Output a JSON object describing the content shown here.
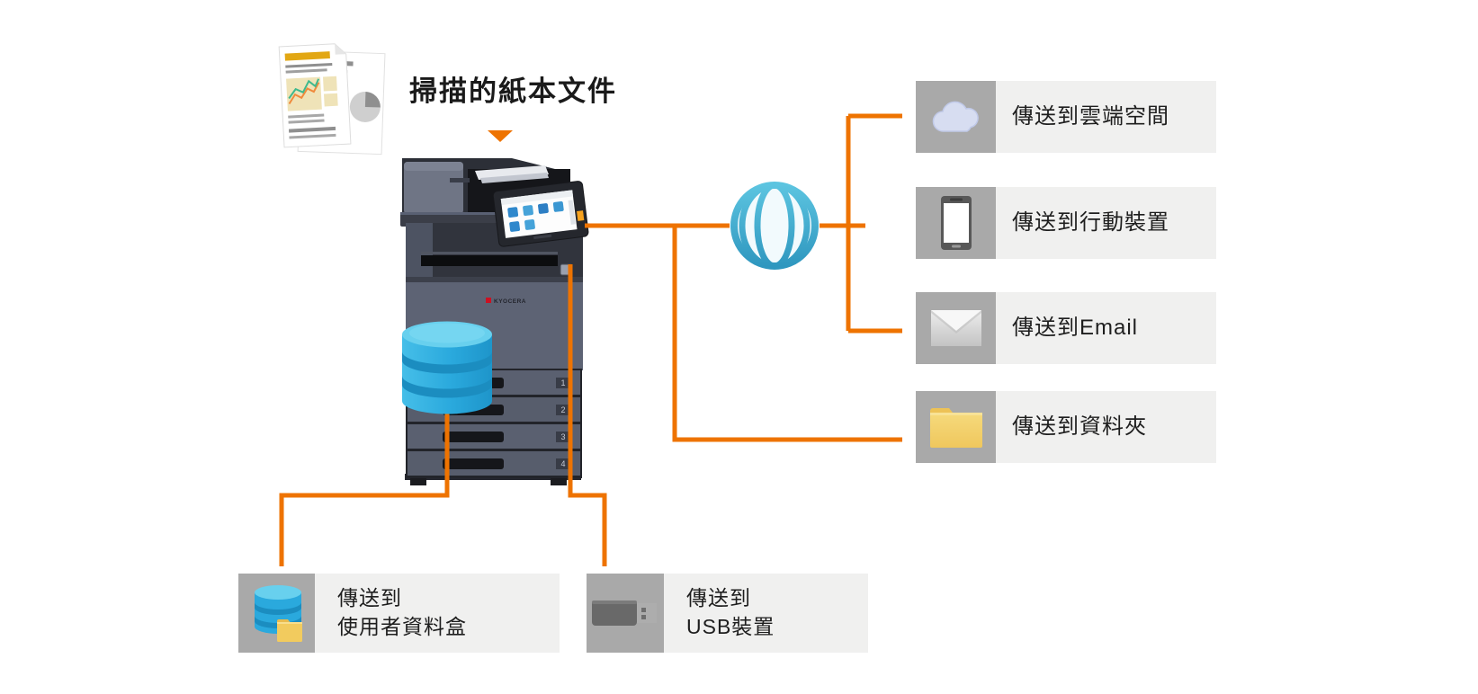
{
  "diagram_title": "掃描的紙本文件",
  "source": {
    "icon": "document-stack-icon",
    "arrow_icon": "down-triangle-icon"
  },
  "machine": {
    "brand": "KYOCERA",
    "type": "multifunction-printer",
    "tray_numbers": [
      "1",
      "2",
      "3",
      "4"
    ]
  },
  "network": {
    "icon": "globe-icon"
  },
  "network_destinations": [
    {
      "id": "cloud",
      "icon": "cloud-icon",
      "label": "傳送到雲端空間"
    },
    {
      "id": "mobile",
      "icon": "smartphone-icon",
      "label": "傳送到行動裝置"
    },
    {
      "id": "email",
      "icon": "envelope-icon",
      "label": "傳送到Email"
    },
    {
      "id": "folder",
      "icon": "folder-icon",
      "label": "傳送到資料夾"
    }
  ],
  "local_destinations": [
    {
      "id": "user-box",
      "icon": "database-folder-icon",
      "label_line1": "傳送到",
      "label_line2": "使用者資料盒"
    },
    {
      "id": "usb",
      "icon": "usb-drive-icon",
      "label_line1": "傳送到",
      "label_line2": "USB裝置"
    }
  ],
  "colors": {
    "accent_orange": "#EE7300",
    "icon_tile_bg": "#A9A9A9",
    "label_bg": "#F0F0EF",
    "globe_teal": "#41ACD2",
    "database_blue": "#2AA9DD",
    "folder_yellow": "#F2CB5E",
    "title_text": "#1A1A1A"
  }
}
